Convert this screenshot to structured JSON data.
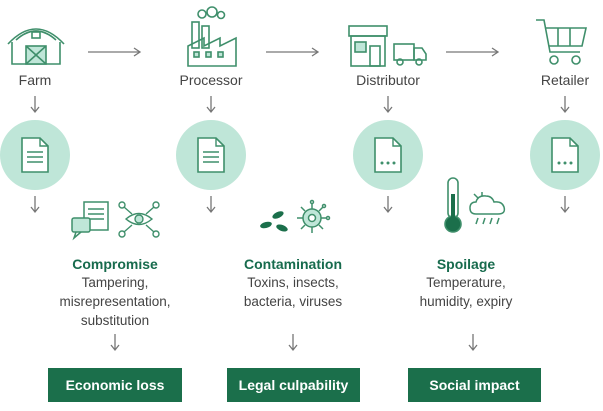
{
  "stages": [
    {
      "label": "Farm",
      "icon": "barn-icon"
    },
    {
      "label": "Processor",
      "icon": "factory-icon"
    },
    {
      "label": "Distributor",
      "icon": "store-truck-icon"
    },
    {
      "label": "Retailer",
      "icon": "shopping-cart-icon"
    }
  ],
  "risks": [
    {
      "title": "Compromise",
      "desc": [
        "Tampering,",
        "misrepresentation,",
        "substitution"
      ],
      "icons": [
        "documents-icon",
        "network-eye-icon"
      ]
    },
    {
      "title": "Contamination",
      "desc": [
        "Toxins, insects,",
        "bacteria, viruses"
      ],
      "icons": [
        "leaves-icon",
        "germ-icon"
      ]
    },
    {
      "title": "Spoilage",
      "desc": [
        "Temperature,",
        "humidity, expiry"
      ],
      "icons": [
        "thermometer-icon",
        "cloud-rain-icon"
      ]
    }
  ],
  "impacts": [
    "Economic loss",
    "Legal culpability",
    "Social impact"
  ],
  "colors": {
    "accent_dark": "#1b6f4b",
    "accent_light": "#bfe6d8",
    "line": "#3f8f6b",
    "arrow": "#666666"
  }
}
